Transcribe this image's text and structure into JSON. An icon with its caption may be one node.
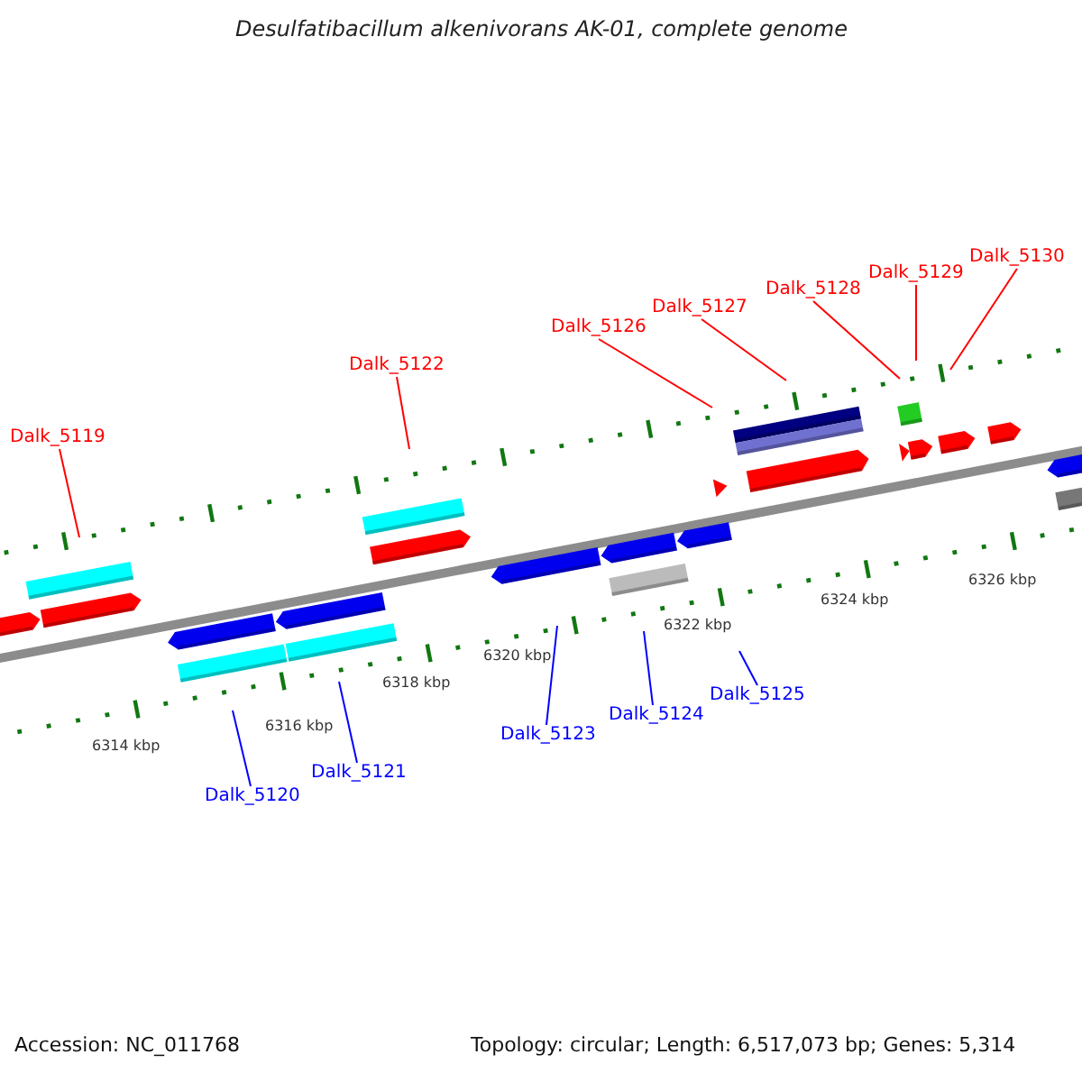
{
  "diagram": {
    "title": "Desulfatibacillum alkenivorans AK-01, complete genome",
    "nodes": [
      {
        "text": [
          "Dalk_5119"
        ]
      },
      {
        "text": [
          "Dalk_5120"
        ]
      },
      {
        "text": [
          "Dalk_5121"
        ]
      },
      {
        "text": [
          "Dalk_5122"
        ]
      },
      {
        "text": [
          "Dalk_5123"
        ]
      },
      {
        "text": [
          "Dalk_5124"
        ]
      },
      {
        "text": [
          "Dalk_5125"
        ]
      },
      {
        "text": [
          "Dalk_5126"
        ]
      },
      {
        "text": [
          "Dalk_5127"
        ]
      },
      {
        "text": [
          "Dalk_5128"
        ]
      },
      {
        "text": [
          "Dalk_5129"
        ]
      },
      {
        "text": [
          "Dalk_5130"
        ]
      }
    ],
    "edges": [
      {
        "from": 0,
        "to": null,
        "arrow": "none"
      },
      {
        "from": 1,
        "to": null,
        "arrow": "none",
        "color": "#0000ff"
      },
      {
        "from": 2,
        "to": null,
        "arrow": "none",
        "color": "#0000ff"
      },
      {
        "from": 3,
        "to": null,
        "arrow": "none"
      },
      {
        "from": 4,
        "to": null,
        "arrow": "none",
        "color": "#0000ff"
      },
      {
        "from": 5,
        "to": null,
        "arrow": "none",
        "color": "#0000ff"
      },
      {
        "from": 6,
        "to": null,
        "arrow": "none",
        "color": "#0000ff"
      },
      {
        "from": 7,
        "to": null,
        "arrow": "none"
      },
      {
        "from": 8,
        "to": null,
        "arrow": "none"
      },
      {
        "from": 9,
        "to": null,
        "arrow": "none"
      },
      {
        "from": 10,
        "to": null,
        "arrow": "none"
      },
      {
        "from": 11,
        "to": null,
        "arrow": "none"
      }
    ],
    "labels": [
      "6326 kbp",
      "6324 kbp",
      "6322 kbp",
      "6320 kbp",
      "6318 kbp",
      "6316 kbp",
      "6314 kbp",
      "Accession: NC_011768",
      "Topology: circular; Length: 6,517,073 bp; Genes: 5,314"
    ]
  }
}
